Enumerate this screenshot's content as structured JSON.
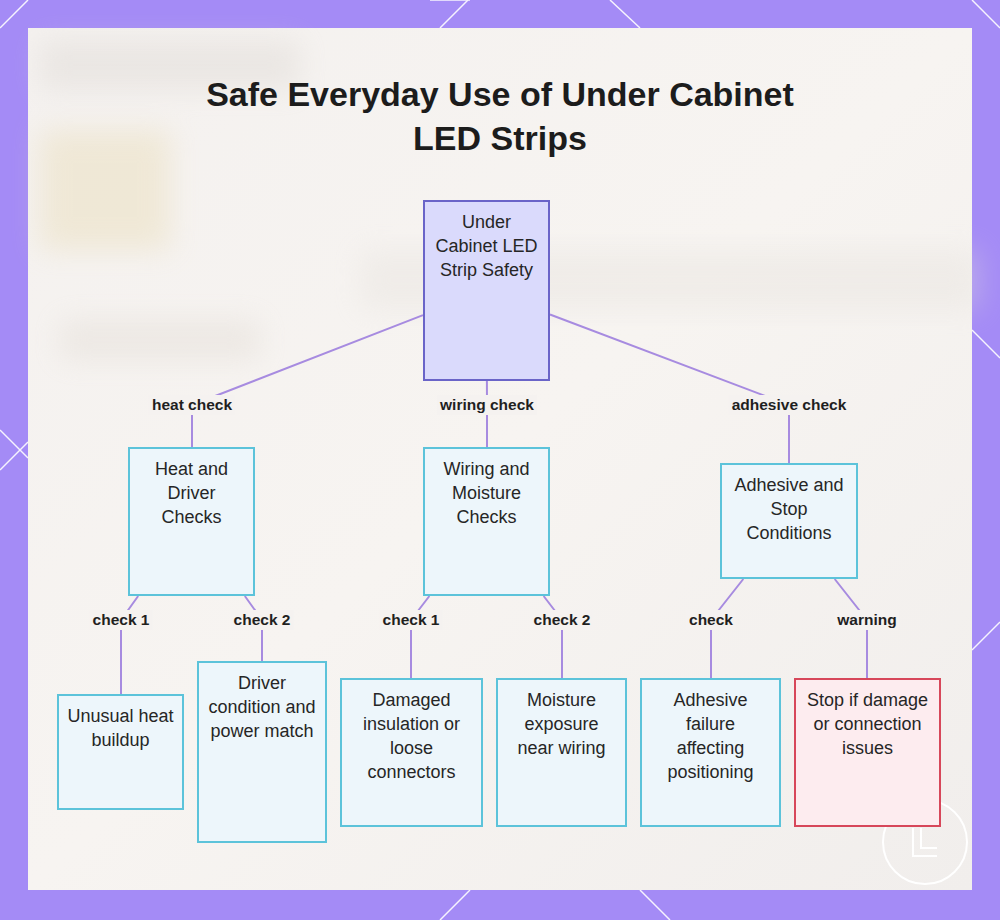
{
  "diagram": {
    "title": "Safe Everyday Use of Under Cabinet LED Strips",
    "nodes": [
      {
        "text": [
          "Under Cabinet LED Strip Safety"
        ]
      },
      {
        "text": [
          "Heat and Driver Checks"
        ]
      },
      {
        "text": [
          "Wiring and Moisture Checks"
        ]
      },
      {
        "text": [
          "Adhesive and Stop Conditions"
        ]
      },
      {
        "text": [
          "Unusual heat buildup"
        ]
      },
      {
        "text": [
          "Driver condition and power match"
        ]
      },
      {
        "text": [
          "Damaged insulation or loose connectors"
        ]
      },
      {
        "text": [
          "Moisture exposure near wiring"
        ]
      },
      {
        "text": [
          "Adhesive failure affecting positioning"
        ]
      },
      {
        "text": [
          "Stop if damage or connection issues"
        ]
      }
    ],
    "edges": [
      {
        "from": 0,
        "to": 1,
        "label": "heat check",
        "arrow": "none"
      },
      {
        "from": 0,
        "to": 2,
        "label": "wiring check",
        "arrow": "none"
      },
      {
        "from": 0,
        "to": 3,
        "label": "adhesive check",
        "arrow": "none"
      },
      {
        "from": 1,
        "to": 4,
        "label": "check 1",
        "arrow": "none"
      },
      {
        "from": 1,
        "to": 5,
        "label": "check 2",
        "arrow": "none"
      },
      {
        "from": 2,
        "to": 6,
        "label": "check 1",
        "arrow": "none"
      },
      {
        "from": 2,
        "to": 7,
        "label": "check 2",
        "arrow": "none"
      },
      {
        "from": 3,
        "to": 8,
        "label": "check",
        "arrow": "none"
      },
      {
        "from": 3,
        "to": 9,
        "label": "warning",
        "arrow": "none"
      }
    ]
  }
}
